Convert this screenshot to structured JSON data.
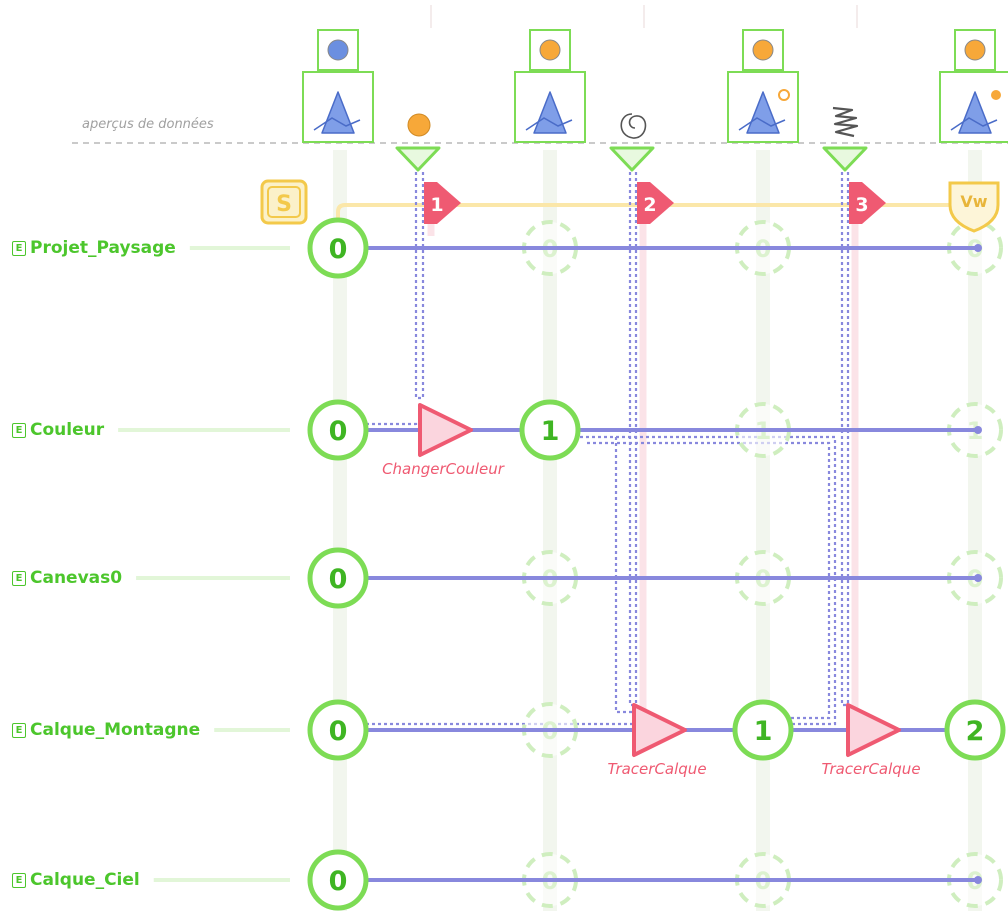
{
  "header": {
    "previews_caption": "aperçus de données"
  },
  "entities": [
    {
      "name": "Projet_Paysage",
      "badge": "E"
    },
    {
      "name": "Couleur",
      "badge": "E"
    },
    {
      "name": "Canevas0",
      "badge": "E"
    },
    {
      "name": "Calque_Montagne",
      "badge": "E"
    },
    {
      "name": "Calque_Ciel",
      "badge": "E"
    }
  ],
  "start_marker": "S",
  "view_marker": "Vw",
  "steps": [
    {
      "number": "1",
      "action": "ChangerCouleur",
      "entity": "Couleur"
    },
    {
      "number": "2",
      "action": "TracerCalque",
      "entity": "Calque_Montagne"
    },
    {
      "number": "3",
      "action": "TracerCalque",
      "entity": "Calque_Montagne"
    }
  ],
  "versions": {
    "Projet_Paysage": [
      "0",
      "0",
      "0",
      "0"
    ],
    "Couleur": [
      "0",
      "1",
      "1",
      "1"
    ],
    "Canevas0": [
      "0",
      "0",
      "0",
      "0"
    ],
    "Calque_Montagne": [
      "0",
      "0",
      "1",
      "2"
    ],
    "Calque_Ciel": [
      "0",
      "0",
      "0",
      "0"
    ]
  },
  "colors": {
    "entity_green": "#7ddc55",
    "entity_text": "#4cc62c",
    "timeline_blue": "#8888dd",
    "step_red": "#ef5a72",
    "start_gold": "#f3c94a",
    "preview_orange": "#f7a839",
    "preview_blue": "#6b8fe0"
  }
}
